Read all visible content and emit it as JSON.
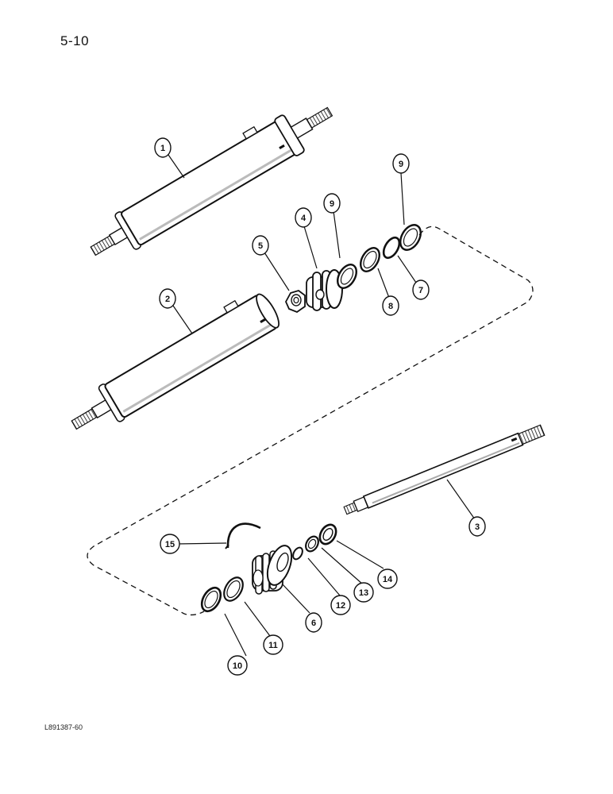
{
  "page": {
    "number": "5-10",
    "figure_code": "L891387-60"
  },
  "callouts": [
    "1",
    "2",
    "3",
    "4",
    "5",
    "6",
    "7",
    "8",
    "9",
    "9",
    "10",
    "11",
    "12",
    "13",
    "14",
    "15"
  ],
  "colors": {
    "ink": "#111111",
    "paper": "#ffffff",
    "shade": "#e6e6e6"
  }
}
